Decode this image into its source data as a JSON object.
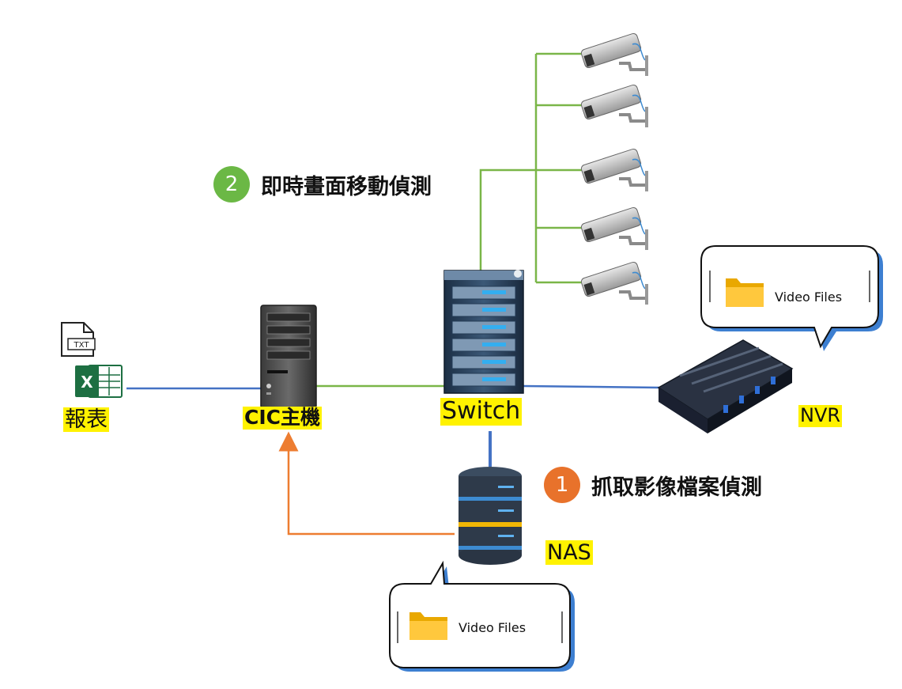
{
  "nodes": {
    "report": {
      "label": "報表",
      "icon_text": "TXT",
      "excel_letter": "X"
    },
    "cic_host": {
      "label": "CIC主機"
    },
    "switch": {
      "label": "Switch"
    },
    "nvr": {
      "label": "NVR"
    },
    "nas": {
      "label": "NAS"
    }
  },
  "steps": [
    {
      "number": "1",
      "text": "抓取影像檔案偵測",
      "color": "#e8722b"
    },
    {
      "number": "2",
      "text": "即時畫面移動偵測",
      "color": "#6bb845"
    }
  ],
  "bubbles": {
    "nvr_files": {
      "text": "Video Files"
    },
    "nas_files": {
      "text": "Video Files"
    }
  },
  "colors": {
    "green_link": "#7ab648",
    "blue_link": "#4472c4",
    "orange_arrow": "#ed7d31",
    "label_highlight": "#fff200"
  }
}
